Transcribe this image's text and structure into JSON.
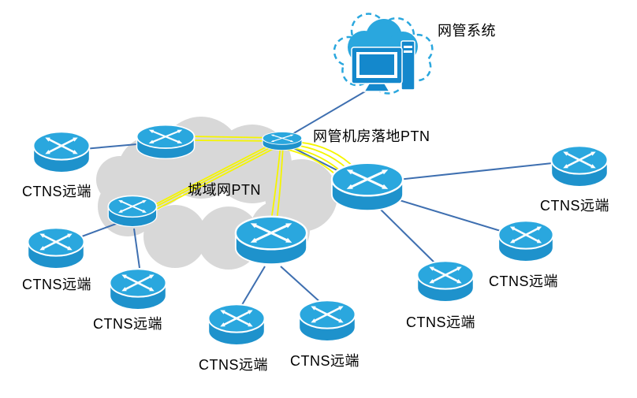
{
  "labels": {
    "nms": "网管系统",
    "landing_ptn": "网管机房落地PTN",
    "metro_ptn": "城域网PTN",
    "remotes": [
      "CTNS远端",
      "CTNS远端",
      "CTNS远端",
      "CTNS远端",
      "CTNS远端",
      "CTNS远端",
      "CTNS远端",
      "CTNS远端"
    ]
  },
  "icons": {
    "router": "router-icon (blue cylinder with four white crossing arrows)",
    "metro_cloud": "gray cloud shape (metro network)",
    "nms_cloud": "blue dashed cloud",
    "computer": "desktop computer with tower (network management system)"
  },
  "colors": {
    "node_blue_top": "#2AA7DE",
    "node_blue_body": "#1E92CC",
    "computer_blue": "#1488CC",
    "line_blue": "#3E6FB0",
    "line_yellow": "#F5F500",
    "cloud_gray": "#D8D8D8",
    "text": "#000000"
  }
}
